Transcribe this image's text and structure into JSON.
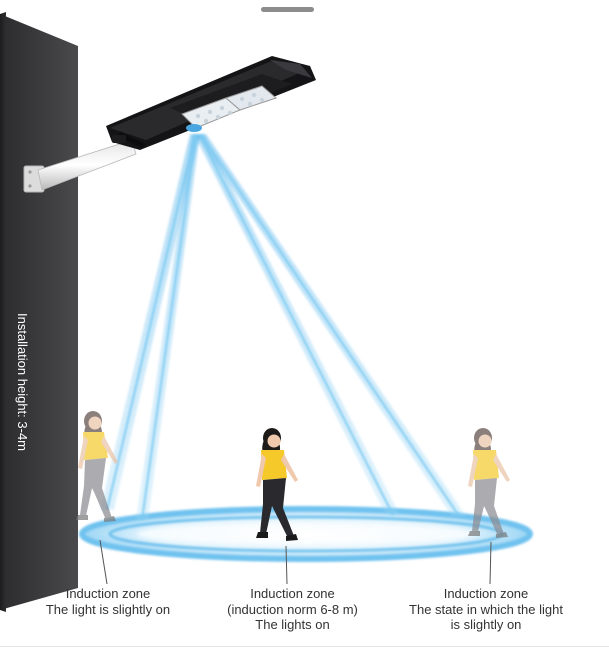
{
  "wall": {
    "label": "Installation height: 3-4m",
    "color": "#3a3a3c"
  },
  "colors": {
    "beam": "#6fc2ef",
    "zone": "#5db8ea",
    "shirt": "#f5c92a",
    "pants_dark": "#2a2a2e",
    "pants_faded": "#8a8a90"
  },
  "icons": {
    "lamp": "solar-street-light-icon",
    "person": "walking-woman-icon"
  },
  "zones": {
    "left": {
      "title": "Induction zone",
      "line1": "The light is slightly on"
    },
    "middle": {
      "title": "Induction zone",
      "line1": "(induction norm 6-8 m)",
      "line2": "The lights on"
    },
    "right": {
      "title": "Induction zone",
      "line1": "The state in which the light",
      "line2": "is slightly on"
    }
  }
}
